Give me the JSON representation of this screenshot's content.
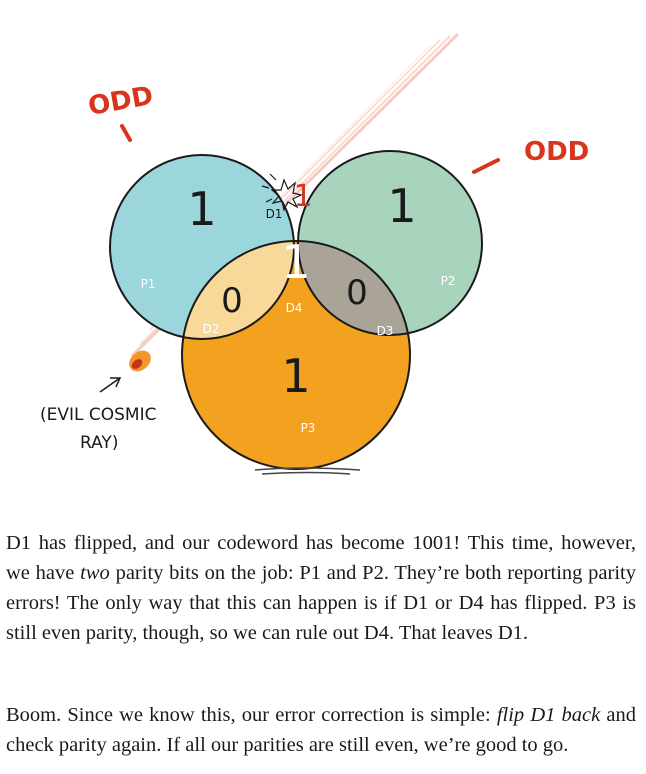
{
  "diagram": {
    "annotations": {
      "odd_left": "ODD",
      "odd_right": "ODD",
      "cosmic_ray_line1": "(EVIL COSMIC",
      "cosmic_ray_line2": "RAY)"
    },
    "regions": {
      "p1": {
        "label": "P1",
        "value": "1",
        "color": "#9bd6dc"
      },
      "p2": {
        "label": "P2",
        "value": "1",
        "color": "#a8d4be"
      },
      "p3": {
        "label": "P3",
        "value": "1",
        "color": "#f2a21e"
      },
      "d1": {
        "label": "D1",
        "value": "1",
        "color": "#d9f0f2"
      },
      "d2": {
        "label": "D2",
        "value": "0",
        "color": "#f8d99a"
      },
      "d3": {
        "label": "D3",
        "value": "0",
        "color": "#a9a398"
      },
      "d4": {
        "label": "D4",
        "value": "1",
        "color": "#111111"
      }
    },
    "colors": {
      "annotation_red": "#d9341c",
      "outline": "#1a1a1a"
    }
  },
  "text": {
    "p1": [
      {
        "t": "D1 has flipped, and our codeword has become 1001! This time, however, we have "
      },
      {
        "t": "two",
        "i": true
      },
      {
        "t": " parity bits on the job: P1 and P2. They’re both reporting parity errors! The only way that this can happen is if D1 or D4 has flipped. P3 is still even parity, though, so we can rule out D4. That leaves D1."
      }
    ],
    "p2": [
      {
        "t": "Boom. Since we know this, our error correction is simple: "
      },
      {
        "t": "flip D1 back",
        "i": true
      },
      {
        "t": " and check parity again. If all our parities are still even, we’re good to go."
      }
    ]
  }
}
